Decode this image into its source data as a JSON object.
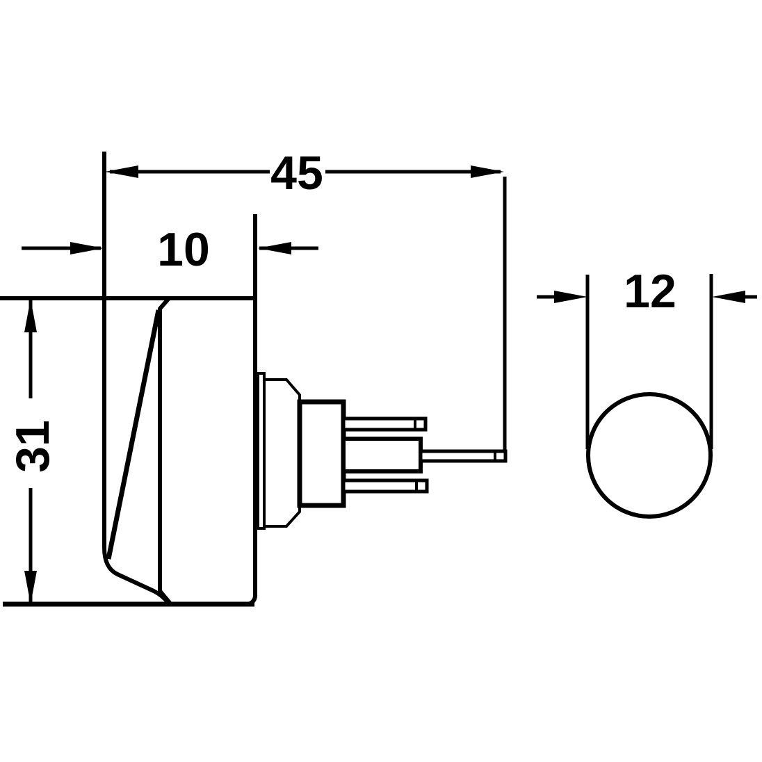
{
  "drawing": {
    "labels": {
      "overall_depth_mm": "45",
      "actuator_depth_mm": "10",
      "body_height_mm": "31",
      "knob_diameter_mm": "12"
    },
    "colors": {
      "line": "#000000",
      "background": "#ffffff"
    }
  }
}
